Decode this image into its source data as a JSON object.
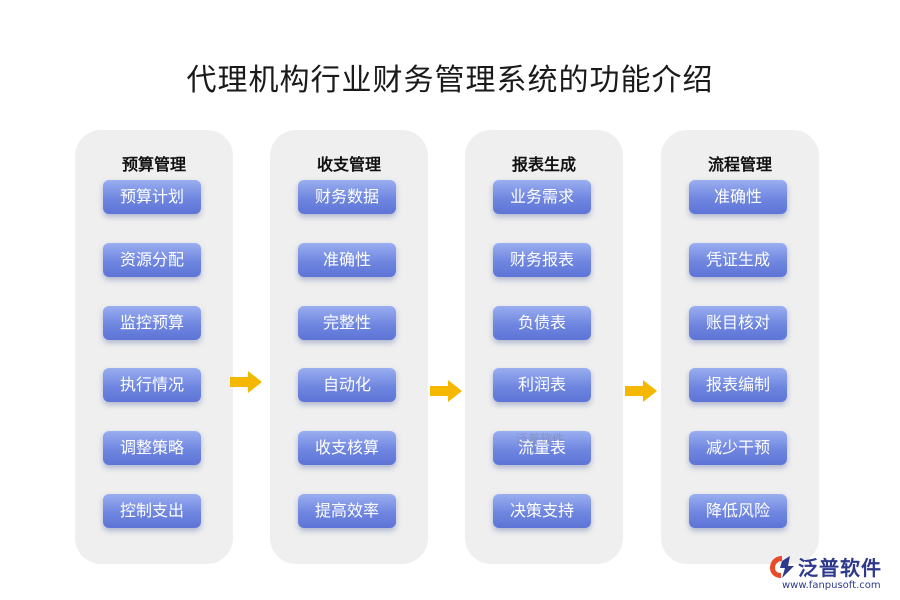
{
  "title": "代理机构行业财务管理系统的功能介绍",
  "columns": [
    {
      "title": "预算管理",
      "items": [
        "预算计划",
        "资源分配",
        "监控预算",
        "执行情况",
        "调整策略",
        "控制支出"
      ]
    },
    {
      "title": "收支管理",
      "items": [
        "财务数据",
        "准确性",
        "完整性",
        "自动化",
        "收支核算",
        "提高效率"
      ]
    },
    {
      "title": "报表生成",
      "items": [
        "业务需求",
        "财务报表",
        "负债表",
        "利润表",
        "流量表",
        "决策支持"
      ]
    },
    {
      "title": "流程管理",
      "items": [
        "准确性",
        "凭证生成",
        "账目核对",
        "报表编制",
        "减少干预",
        "降低风险"
      ]
    }
  ],
  "colors": {
    "item_blue": "#6f86e0",
    "arrow": "#f5b800",
    "column_bg": "#efefef"
  },
  "watermark": "泛普软件",
  "brand": {
    "name": "泛普软件",
    "url": "www.fanpusoft.com",
    "logo_icon": "fanpu-logo-icon"
  }
}
